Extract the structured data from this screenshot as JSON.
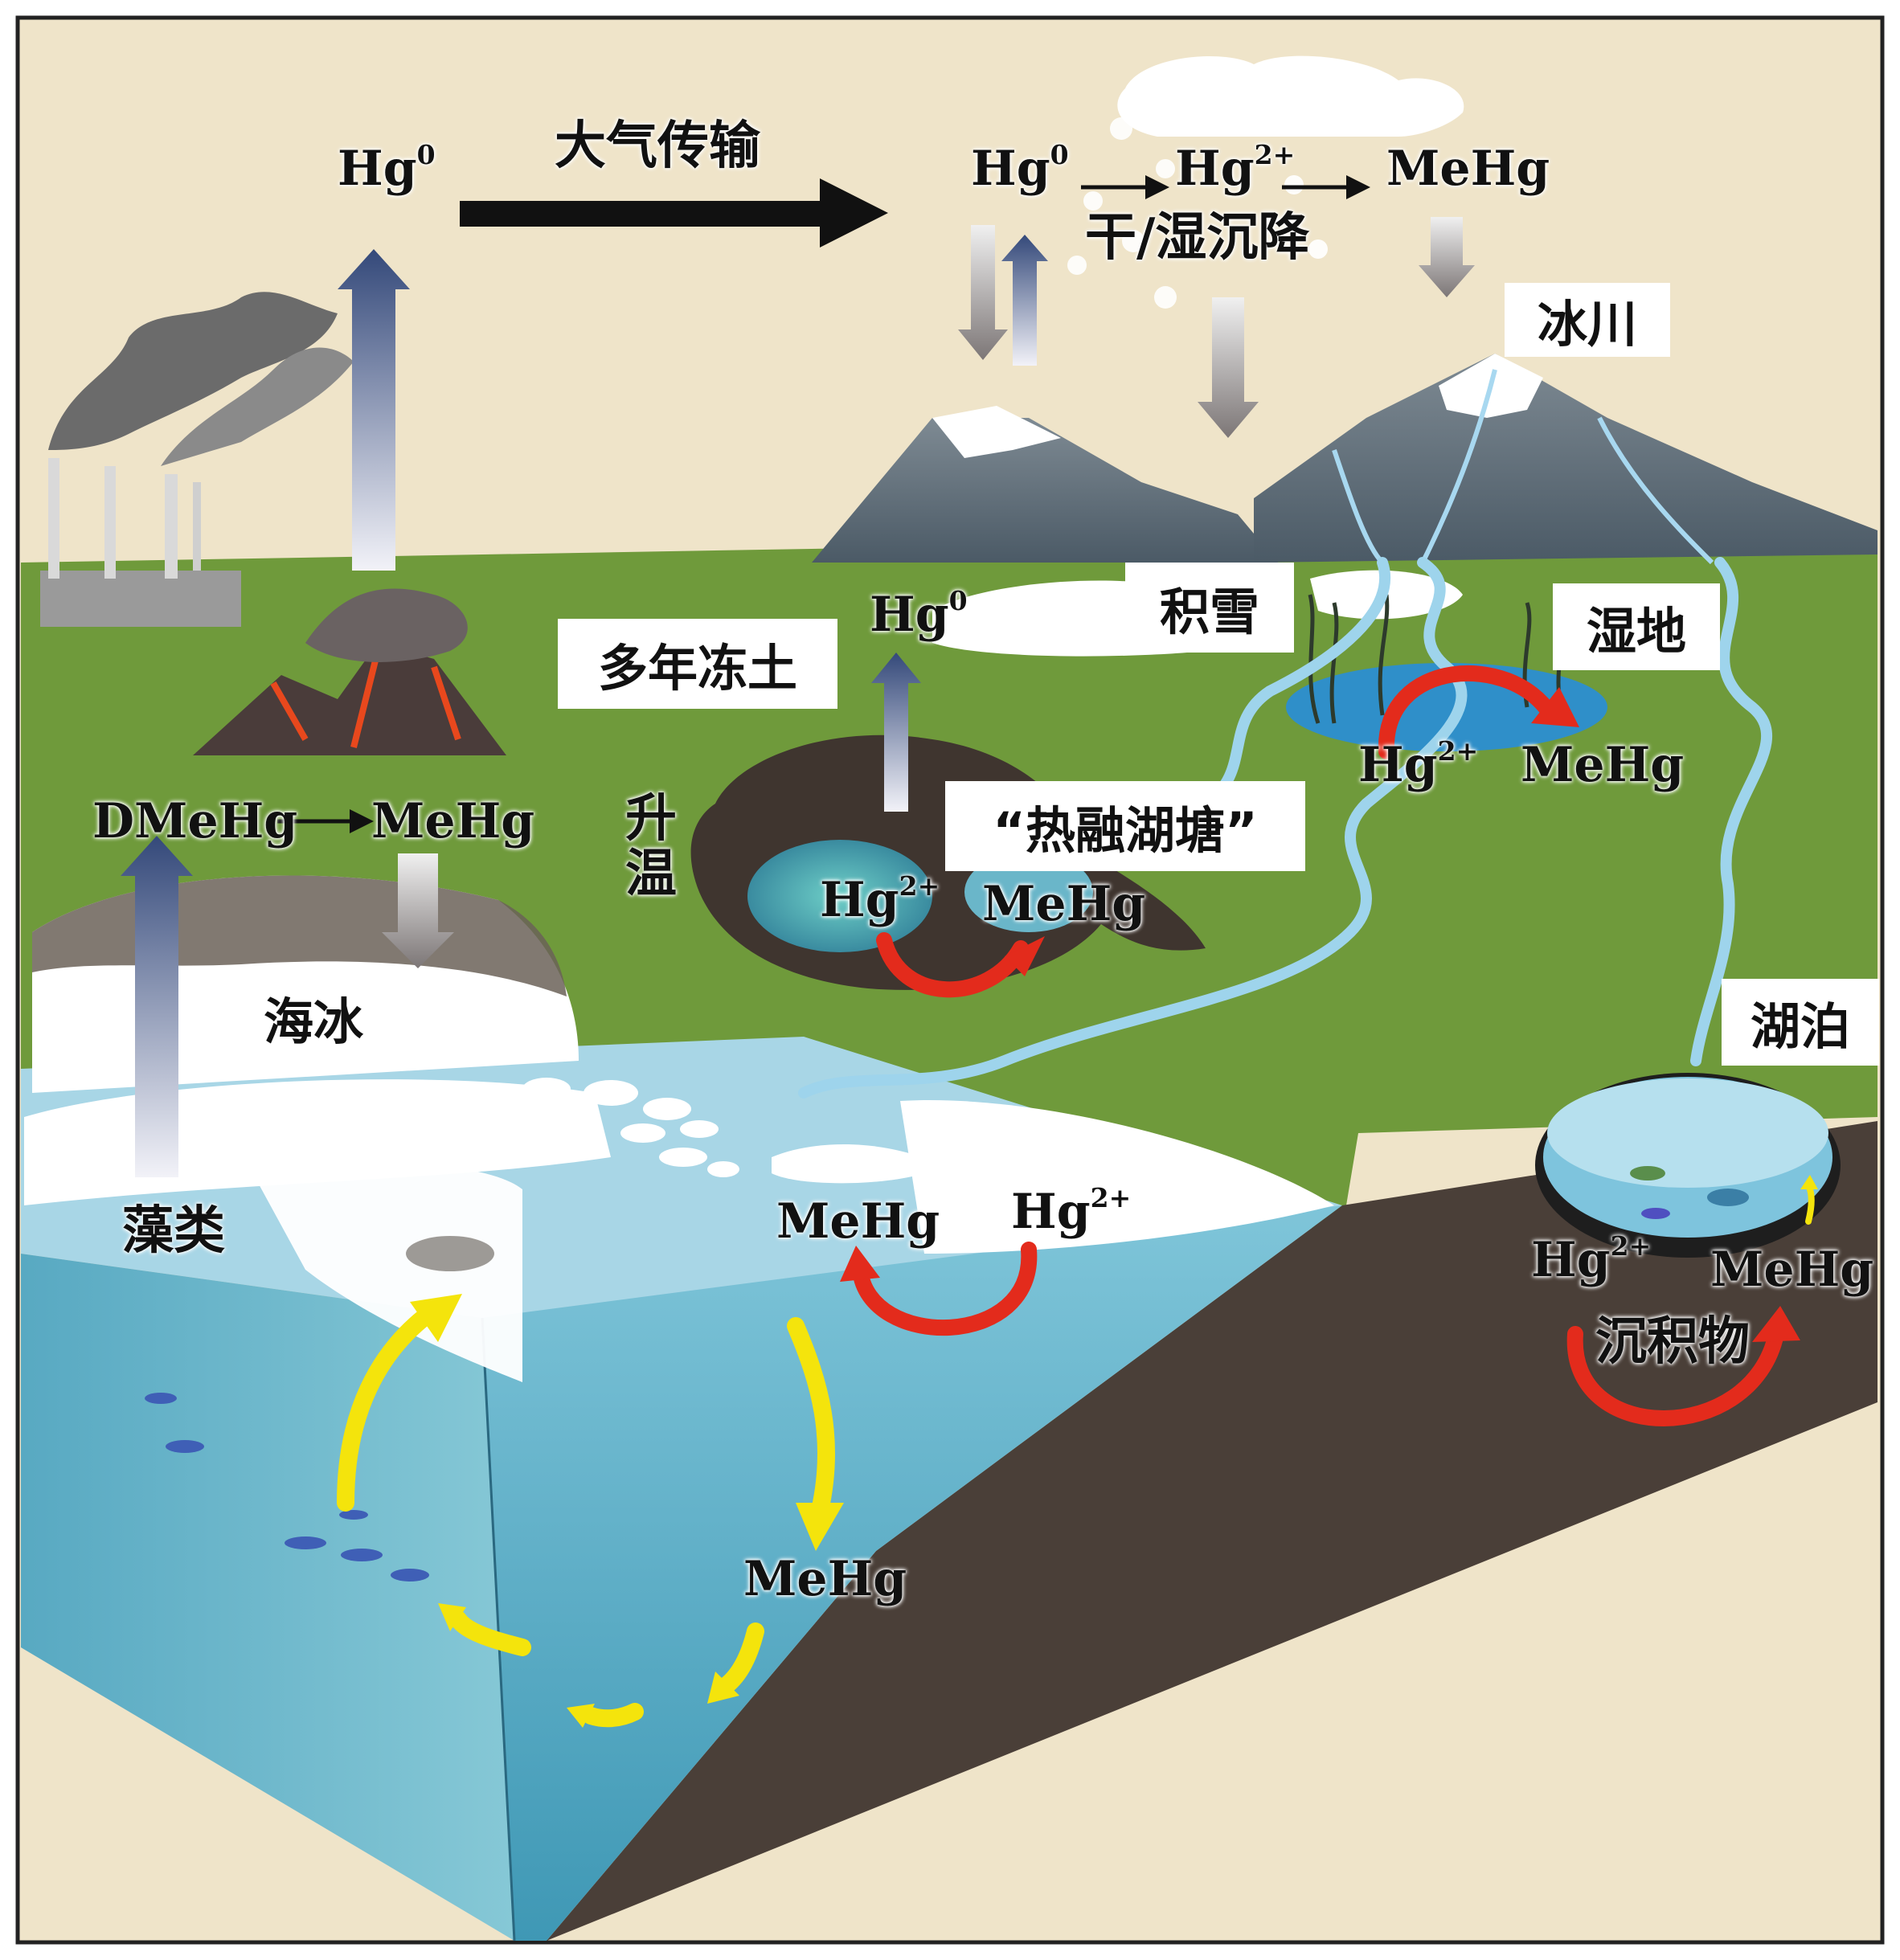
{
  "atmosphere": {
    "transport_label": "大气传输",
    "deposition_label": "干/湿沉降"
  },
  "species": {
    "hg0": "Hg",
    "hg0_sup": "0",
    "hg2": "Hg",
    "hg2_sup": "2+",
    "mehg": "MeHg",
    "dmehg": "DMeHg"
  },
  "labels": {
    "glacier": "冰川",
    "snowpack": "积雪",
    "wetland": "湿地",
    "permafrost": "多年冻土",
    "warming": "升温",
    "thermokarst": "“热融湖塘”",
    "sea_ice": "海冰",
    "lake": "湖泊",
    "algae": "藻类",
    "sediment": "沉积物"
  },
  "colors": {
    "sky": "#efe4c9",
    "land": "#6f9a3b",
    "ocean": "#5fb3c9",
    "sediment": "#4a3f38",
    "yellow_arrow": "#f4e40c",
    "red_arrow": "#e32b1c",
    "blue_arrow": "#3b4f7d"
  }
}
